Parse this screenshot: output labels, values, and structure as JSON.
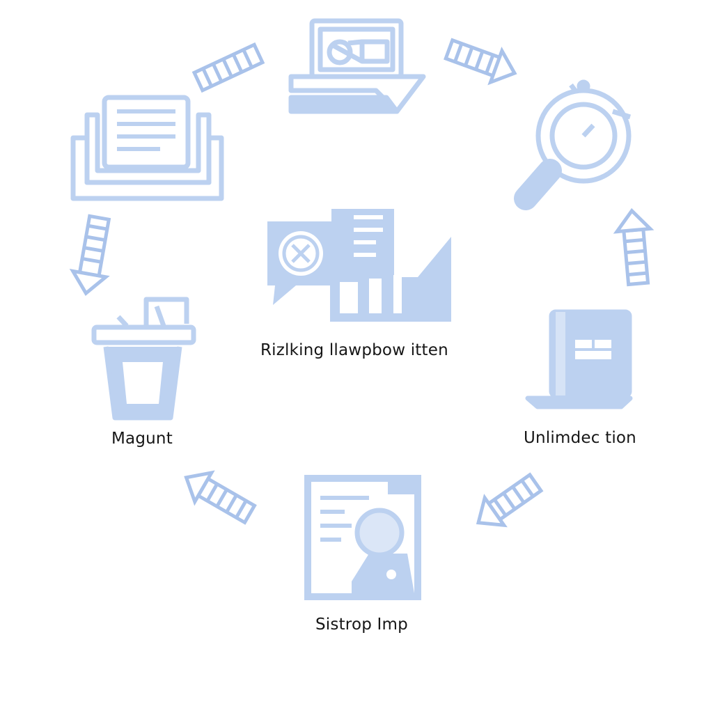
{
  "colors": {
    "icon": "#bcd1f0",
    "icon_dark": "#a9c2ea",
    "text": "#161616",
    "background": "#ffffff"
  },
  "center": {
    "label": "Rizlking llawpbow itten",
    "icon": "presentation-chart-icon"
  },
  "nodes": [
    {
      "id": "top",
      "icon": "laptop-icon",
      "label": ""
    },
    {
      "id": "top-right",
      "icon": "magnifier-gauge-icon",
      "label": ""
    },
    {
      "id": "right",
      "icon": "tablet-laptop-icon",
      "label": "Unlimdec tion"
    },
    {
      "id": "bottom",
      "icon": "document-search-icon",
      "label": "Sistrop Imp"
    },
    {
      "id": "left",
      "icon": "trash-bin-icon",
      "label": "Magunt"
    },
    {
      "id": "top-left",
      "icon": "document-stack-icon",
      "label": ""
    }
  ]
}
